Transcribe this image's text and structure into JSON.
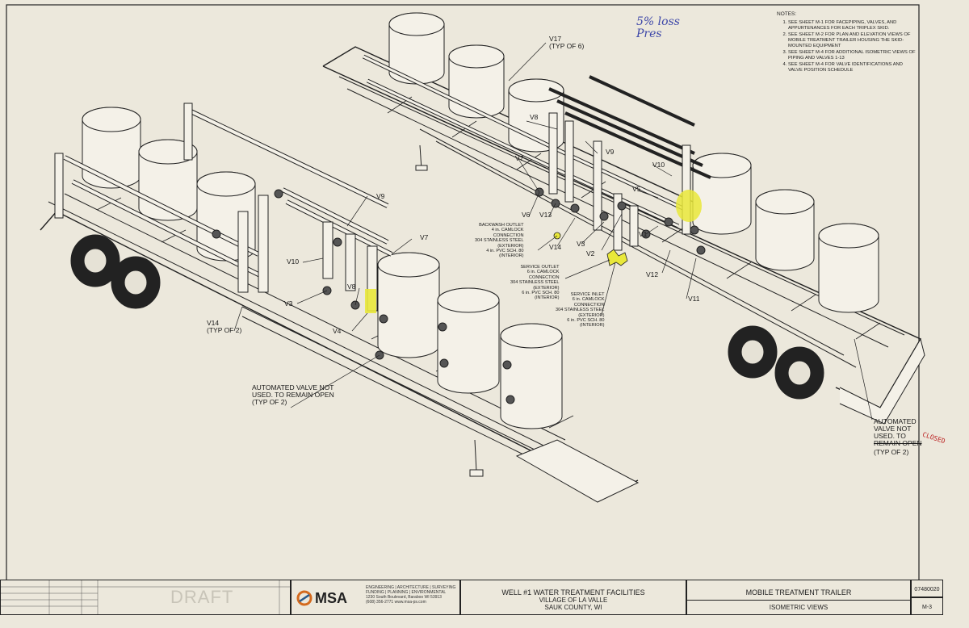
{
  "labels": {
    "v17": "V17\n(TYP OF 6)",
    "v9_right": "V9",
    "v8_right": "V8",
    "v7_right": "V7",
    "v10_right": "V10",
    "v5": "V5",
    "v6": "V6",
    "v13": "V13",
    "v14_right": "V14",
    "v3_right": "V3",
    "v2": "V2",
    "v1": "V1",
    "v12": "V12",
    "v11": "V11",
    "backwash": "BACKWASH OUTLET\n4 in. CAMLOCK\nCONNECTION\n304 STAINLESS STEEL\n(EXTERIOR)\n4 in. PVC SCH. 80\n(INTERIOR)",
    "service_outlet": "SERVICE OUTLET\n6 in. CAMLOCK\nCONNECTION\n304 STAINLESS STEEL\n(EXTERIOR)\n6 in. PVC SCH. 80\n(INTERIOR)",
    "service_inlet": "SERVICE INLET\n6 in. CAMLOCK\nCONNECTION\n304 STAINLESS STEEL\n(EXTERIOR)\n6 in. PVC SCH. 80\n(INTERIOR)",
    "v9_left": "V9",
    "v7_left": "V7",
    "v10_left": "V10",
    "v8_left": "V8",
    "v3_left": "V3",
    "v4": "V4",
    "v14_left": "V14\n(TYP OF 2)",
    "auto_left": "AUTOMATED VALVE NOT\nUSED. TO REMAIN OPEN\n(TYP OF 2)",
    "auto_right_1": "AUTOMATED\nVALVE NOT\nUSED. TO",
    "auto_right_2": "REMAIN OPEN",
    "auto_right_3": "(TYP OF 2)"
  },
  "handwritten": {
    "note": "5% loss\nPres",
    "closed": "CLOSED"
  },
  "notes": {
    "heading": "NOTES:",
    "items": [
      "SEE SHEET M-1 FOR FACEPIPING, VALVES, AND APPURTENANCES FOR EACH TRIPLEX SKID.",
      "SEE SHEET M-2 FOR PLAN AND ELEVATION VIEWS OF MOBILE TREATMENT TRAILER HOUSING THE SKID-MOUNTED EQUIPMENT",
      "SEE SHEET M-4 FOR ADDITIONAL ISOMETRIC VIEWS OF PIPING AND VALVES 1-13",
      "SEE SHEET M-4 FOR VALVE IDENTIFICATIONS AND VALVE POSITION SCHEDULE"
    ]
  },
  "title_block": {
    "draft": "DRAFT",
    "firm": "MSA",
    "firm_services": "ENGINEERING | ARCHITECTURE | SURVEYING\nFUNDING | PLANNING | ENVIRONMENTAL\n1230 South Boulevard, Baraboo WI 53913\n(608) 356-2771 www.msa-ps.com",
    "project_title": "WELL #1 WATER TREATMENT FACILITIES",
    "village": "VILLAGE OF LA VALLE",
    "county": "SAUK COUNTY, WI",
    "sheet_title": "MOBILE TREATMENT TRAILER",
    "sheet_subtitle": "ISOMETRIC VIEWS",
    "project_no": "07480020",
    "sheet_no": "M-3"
  },
  "colors": {
    "paper": "#ece8dc",
    "ink": "#1a1a1a",
    "highlight": "#e9e83a",
    "pen_blue": "#3c46a8",
    "pen_red": "#b22222"
  }
}
